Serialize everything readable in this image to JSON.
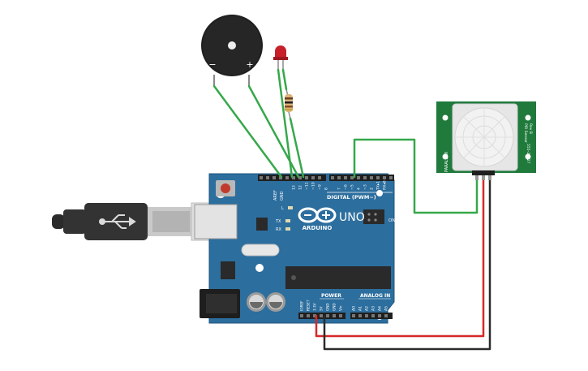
{
  "board": {
    "brand_label": "ARDUINO",
    "model_label": "UNO",
    "on_label": "ON",
    "digital_header_label": "DIGITAL (PWM~)",
    "power_header_label": "POWER",
    "analog_header_label": "ANALOG IN",
    "aref_label": "AREF",
    "gnd_label": "GND",
    "tx_label": "TX",
    "rx_label": "RX",
    "l_label": "L",
    "digital_pins": [
      "13",
      "12",
      "~11",
      "~10",
      "~9",
      "8",
      "7",
      "~6",
      "~5",
      "4",
      "~3",
      "2",
      "TX▸1",
      "RX◂0"
    ],
    "power_pins": [
      "IOREF",
      "RESET",
      "3.3V",
      "5V",
      "GND",
      "GND",
      "Vin"
    ],
    "analog_pins": [
      "A0",
      "A1",
      "A2",
      "A3",
      "A4",
      "A5"
    ]
  },
  "buzzer": {
    "minus": "−",
    "plus": "+"
  },
  "pir": {
    "left_label": "PARALLAX",
    "right_top": "PIR Sensor",
    "right_rev": "Rev B",
    "right_bottom": "555-28027"
  },
  "colors": {
    "board": "#2c6e9e",
    "wire_green": "#36a84a",
    "wire_red": "#d62828",
    "wire_black": "#2b2b2b",
    "pir_board": "#1f7a3c",
    "led": "#c8202a"
  }
}
